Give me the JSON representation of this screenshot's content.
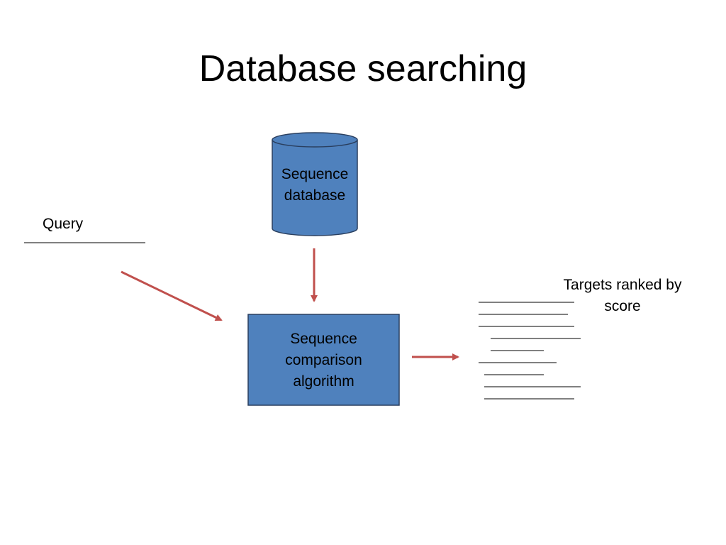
{
  "slide": {
    "title": "Database searching"
  },
  "nodes": {
    "query": {
      "label": "Query"
    },
    "database": {
      "line1": "Sequence",
      "line2": "database"
    },
    "algorithm": {
      "line1": "Sequence",
      "line2": "comparison",
      "line3": "algorithm"
    },
    "targets": {
      "line1": "Targets ranked by",
      "line2": "score"
    }
  },
  "colors": {
    "node_fill": "#4f81bd",
    "node_stroke": "#2a3f5f",
    "arrow": "#c0504d",
    "line": "#000000"
  },
  "edges": [
    {
      "from": "query",
      "to": "algorithm"
    },
    {
      "from": "database",
      "to": "algorithm"
    },
    {
      "from": "algorithm",
      "to": "targets"
    }
  ]
}
